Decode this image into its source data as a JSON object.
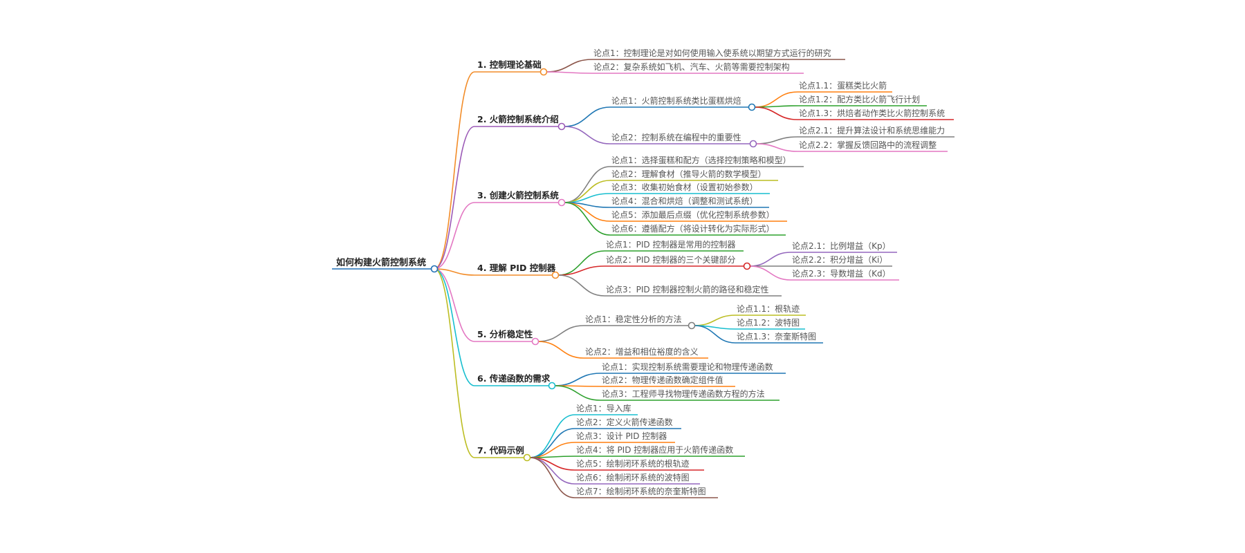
{
  "root": {
    "label": "如何构建火箭控制系统"
  },
  "colors": {
    "root": "#1f6fb5",
    "b1": "#f28c28",
    "b2": "#9b59b6",
    "b3": "#e377c2",
    "b4": "#f28c28",
    "b5": "#e377c2",
    "b6": "#17becf",
    "b7": "#bcbd22",
    "red": "#d62728",
    "green": "#2ca02c",
    "blue": "#1f77b4",
    "grey": "#7f7f7f",
    "brown": "#8c564b",
    "olive": "#bcbd22",
    "cyan": "#17becf",
    "orange": "#ff7f0e",
    "pink": "#e377c2",
    "purple": "#9467bd"
  },
  "branches": [
    {
      "label": "1. 控制理论基础",
      "children": [
        {
          "label": "论点1：控制理论是对如何使用输入使系统以期望方式运行的研究"
        },
        {
          "label": "论点2：复杂系统如飞机、汽车、火箭等需要控制架构"
        }
      ]
    },
    {
      "label": "2. 火箭控制系统介绍",
      "children": [
        {
          "label": "论点1：火箭控制系统类比蛋糕烘焙",
          "children": [
            {
              "label": "论点1.1：蛋糕类比火箭"
            },
            {
              "label": "论点1.2：配方类比火箭飞行计划"
            },
            {
              "label": "论点1.3：烘焙者动作类比火箭控制系统"
            }
          ]
        },
        {
          "label": "论点2：控制系统在编程中的重要性",
          "children": [
            {
              "label": "论点2.1：提升算法设计和系统思维能力"
            },
            {
              "label": "论点2.2：掌握反馈回路中的流程调整"
            }
          ]
        }
      ]
    },
    {
      "label": "3. 创建火箭控制系统",
      "children": [
        {
          "label": "论点1：选择蛋糕和配方（选择控制策略和模型）"
        },
        {
          "label": "论点2：理解食材（推导火箭的数学模型）"
        },
        {
          "label": "论点3：收集初始食材（设置初始参数）"
        },
        {
          "label": "论点4：混合和烘焙（调整和测试系统）"
        },
        {
          "label": "论点5：添加最后点缀（优化控制系统参数）"
        },
        {
          "label": "论点6：遵循配方（将设计转化为实际形式）"
        }
      ]
    },
    {
      "label": "4. 理解 PID 控制器",
      "children": [
        {
          "label": "论点1：PID 控制器是常用的控制器"
        },
        {
          "label": "论点2：PID 控制器的三个关键部分",
          "children": [
            {
              "label": "论点2.1：比例增益（Kp）"
            },
            {
              "label": "论点2.2：积分增益（Ki）"
            },
            {
              "label": "论点2.3：导数增益（Kd）"
            }
          ]
        },
        {
          "label": "论点3：PID 控制器控制火箭的路径和稳定性"
        }
      ]
    },
    {
      "label": "5. 分析稳定性",
      "children": [
        {
          "label": "论点1：稳定性分析的方法",
          "children": [
            {
              "label": "论点1.1：根轨迹"
            },
            {
              "label": "论点1.2：波特图"
            },
            {
              "label": "论点1.3：奈奎斯特图"
            }
          ]
        },
        {
          "label": "论点2：增益和相位裕度的含义"
        }
      ]
    },
    {
      "label": "6. 传递函数的需求",
      "children": [
        {
          "label": "论点1：实现控制系统需要理论和物理传递函数"
        },
        {
          "label": "论点2：物理传递函数确定组件值"
        },
        {
          "label": "论点3：工程师寻找物理传递函数方程的方法"
        }
      ]
    },
    {
      "label": "7. 代码示例",
      "children": [
        {
          "label": "论点1：导入库"
        },
        {
          "label": "论点2：定义火箭传递函数"
        },
        {
          "label": "论点3：设计 PID 控制器"
        },
        {
          "label": "论点4：将 PID 控制器应用于火箭传递函数"
        },
        {
          "label": "论点5：绘制闭环系统的根轨迹"
        },
        {
          "label": "论点6：绘制闭环系统的波特图"
        },
        {
          "label": "论点7：绘制闭环系统的奈奎斯特图"
        }
      ]
    }
  ]
}
